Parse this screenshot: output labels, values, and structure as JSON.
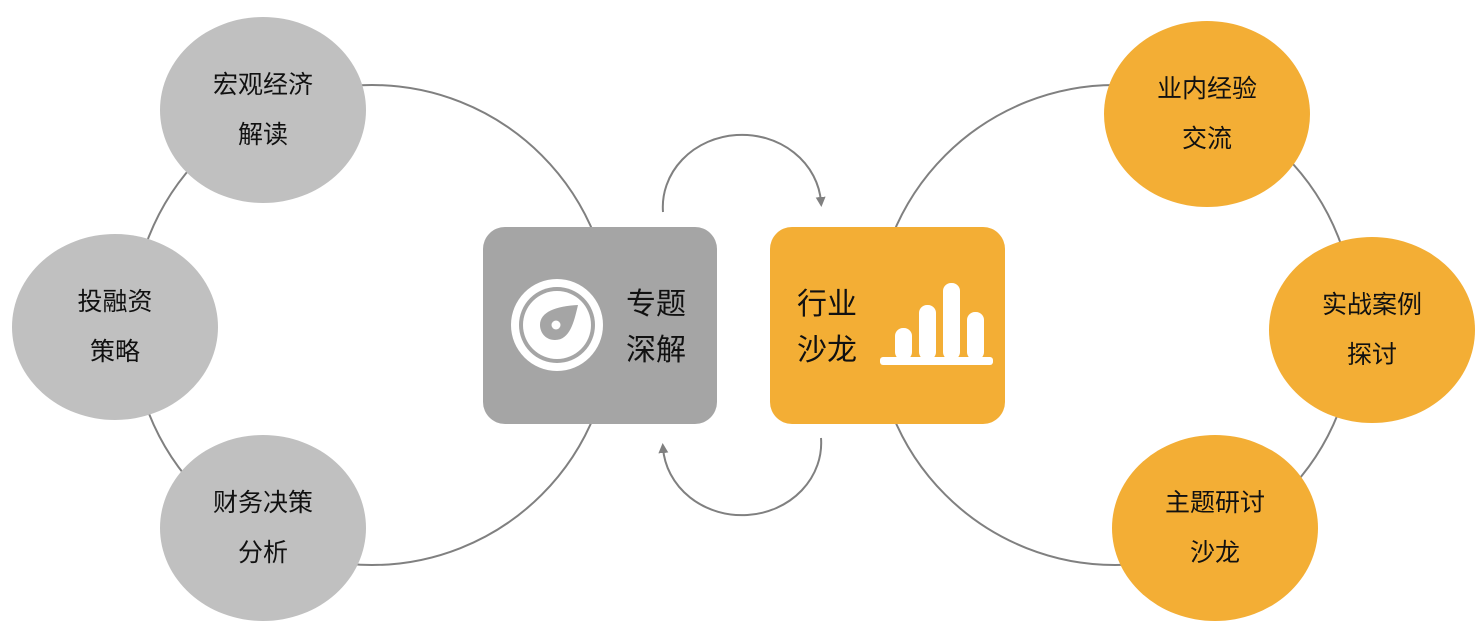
{
  "colors": {
    "gray_node": "#c0c0c0",
    "gray_box": "#a5a5a5",
    "orange": "#f3ae35",
    "line": "#808080"
  },
  "left_hub": {
    "title_line1": "专题",
    "title_line2": "深解",
    "icon": "compass-icon"
  },
  "right_hub": {
    "title_line1": "行业",
    "title_line2": "沙龙",
    "icon": "bar-chart-icon"
  },
  "left_nodes": [
    {
      "line1": "宏观经济",
      "line2": "解读"
    },
    {
      "line1": "投融资",
      "line2": "策略"
    },
    {
      "line1": "财务决策",
      "line2": "分析"
    }
  ],
  "right_nodes": [
    {
      "line1": "业内经验",
      "line2": "交流"
    },
    {
      "line1": "实战案例",
      "line2": "探讨"
    },
    {
      "line1": "主题研讨",
      "line2": "沙龙"
    }
  ]
}
